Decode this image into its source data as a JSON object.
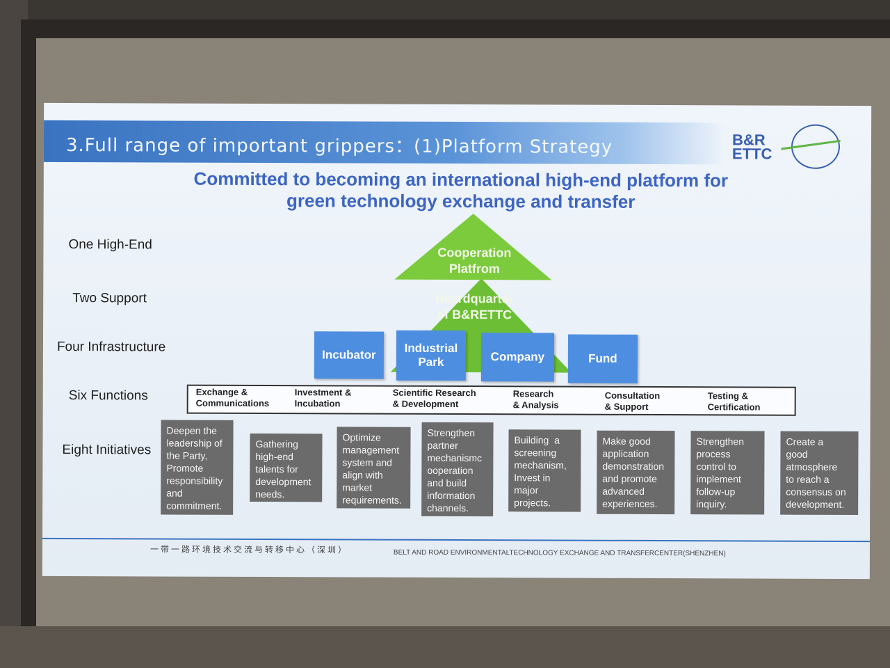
{
  "slide": {
    "title": "3.Full range of important grippers：(1)Platform Strategy",
    "logo_text": "B&R\nETTC",
    "headline_line1": "Committed to becoming an international high-end platform for",
    "headline_line2": "green technology exchange and transfer",
    "row_labels": [
      "One High-End",
      "Two Support",
      "Four Infrastructure",
      "Six Functions",
      "Eight Initiatives"
    ],
    "top_triangle": "Cooperation\nPlatfrom",
    "mid_triangle": "Heardquarter\nof B&RETTC",
    "infrastructure": [
      "Incubator",
      "Industrial\nPark",
      "Company",
      "Fund"
    ],
    "functions": [
      "Exchange &\nCommunications",
      "Investment &\nIncubation",
      "Scientific Research\n& Development",
      "Research\n& Analysis",
      "Consultation\n& Support",
      "Testing &\nCertification"
    ],
    "initiatives": [
      "Deepen the\nleadership of\nthe Party,\nPromote\nresponsibility\nand\ncommitment.",
      "Gathering\nhigh-end\ntalents for\ndevelopment\nneeds.",
      "Optimize\nmanagement\nsystem and\nalign with\nmarket\nrequirements.",
      "Strengthen\npartner\nmechanismc\nooperation\nand build\ninformation\nchannels.",
      "Building  a\nscreening\nmechanism,\nInvest in\nmajor\nprojects.",
      "Make good\napplication\ndemonstration\nand promote\nadvanced\nexperiences.",
      "Strengthen\nprocess\ncontrol to\nimplement\nfollow-up\ninquiry.",
      "Create a\ngood\natmosphere\nto reach a\nconsensus on\ndevelopment."
    ],
    "footer_cn": "一带一路环境技术交流与转移中心（深圳）",
    "footer_en": "BELT AND ROAD ENVIRONMENTALTECHNOLOGY EXCHANGE AND TRANSFERCENTER(SHENZHEN)"
  },
  "colors": {
    "title_bar": "#3a73c0",
    "headline": "#3d65c2",
    "green": "#6cbf34",
    "blue_box": "#4d8ee0",
    "initiative_box": "#6b6b6b"
  }
}
